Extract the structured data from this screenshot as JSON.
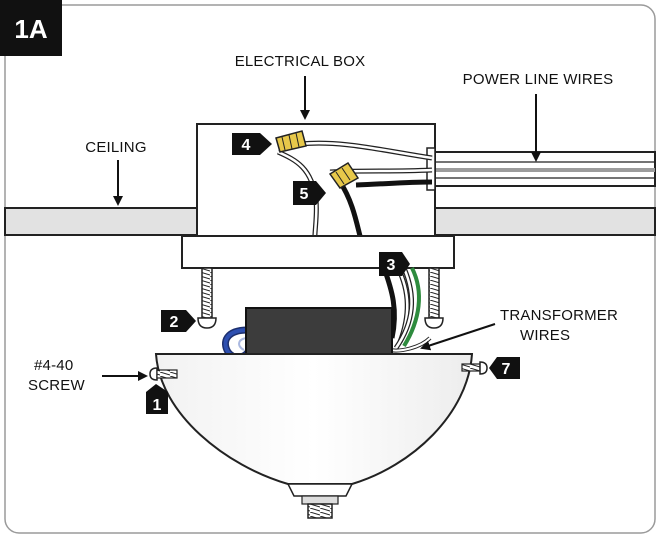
{
  "figure_label": "1A",
  "labels": {
    "electrical_box": "ELECTRICAL BOX",
    "power_line_wires": "POWER LINE WIRES",
    "ceiling": "CEILING",
    "transformer_wires_line1": "TRANSFORMER",
    "transformer_wires_line2": "WIRES",
    "screw_line1": "#4-40",
    "screw_line2": "SCREW"
  },
  "steps": [
    "1",
    "2",
    "3",
    "4",
    "5",
    "7"
  ],
  "colors": {
    "border": "#9a9a9a",
    "ceiling": "#e2e2e2",
    "transformer": "#3c3c3c",
    "ground_wire": "#2e8b3e",
    "blue_wire": "#2d4fb0",
    "wire_nut": "#e7c84a",
    "conduit_stripe": "#9c9c9c"
  }
}
